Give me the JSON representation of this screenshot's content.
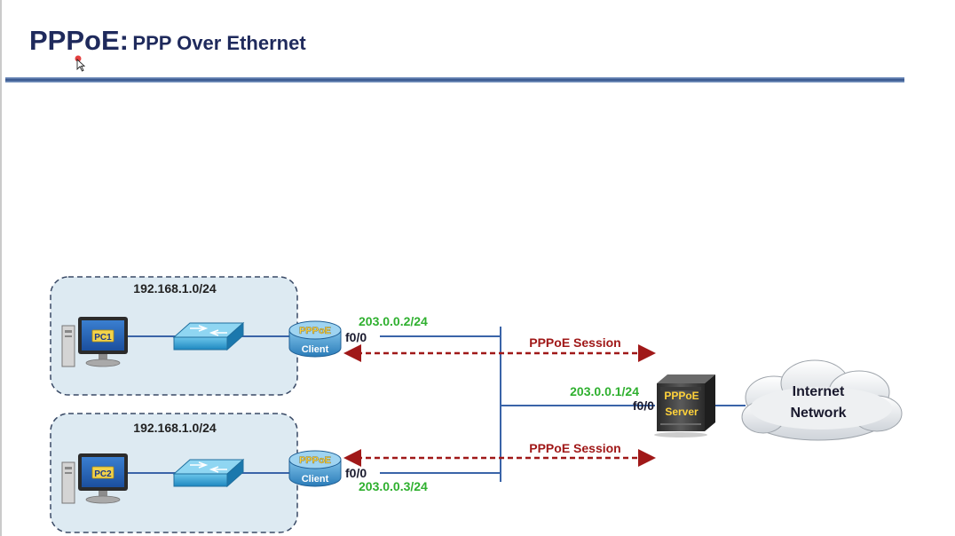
{
  "header": {
    "title": "PPPoE:",
    "subtitle": "PPP Over Ethernet"
  },
  "diagram": {
    "lan1": {
      "subnet": "192.168.1.0/24",
      "pc_label": "PC1",
      "client_label_top": "PPPoE",
      "client_label_bottom": "Client",
      "interface": "f0/0",
      "ip": "203.0.0.2/24"
    },
    "lan2": {
      "subnet": "192.168.1.0/24",
      "pc_label": "PC2",
      "client_label_top": "PPPoE",
      "client_label_bottom": "Client",
      "interface": "f0/0",
      "ip": "203.0.0.3/24"
    },
    "server": {
      "label_top": "PPPoE",
      "label_bottom": "Server",
      "interface": "f0/0",
      "ip": "203.0.0.1/24"
    },
    "session1_label": "PPPoE Session",
    "session2_label": "PPPoE Session",
    "internet": {
      "line1": "Internet",
      "line2": "Network"
    }
  },
  "colors": {
    "title": "#1f2a5c",
    "rule": "#3d5a8a",
    "ip_green": "#2fb02f",
    "session_red": "#a01818",
    "link_blue": "#3a64a8",
    "lan_fill": "#ddeaf2"
  }
}
